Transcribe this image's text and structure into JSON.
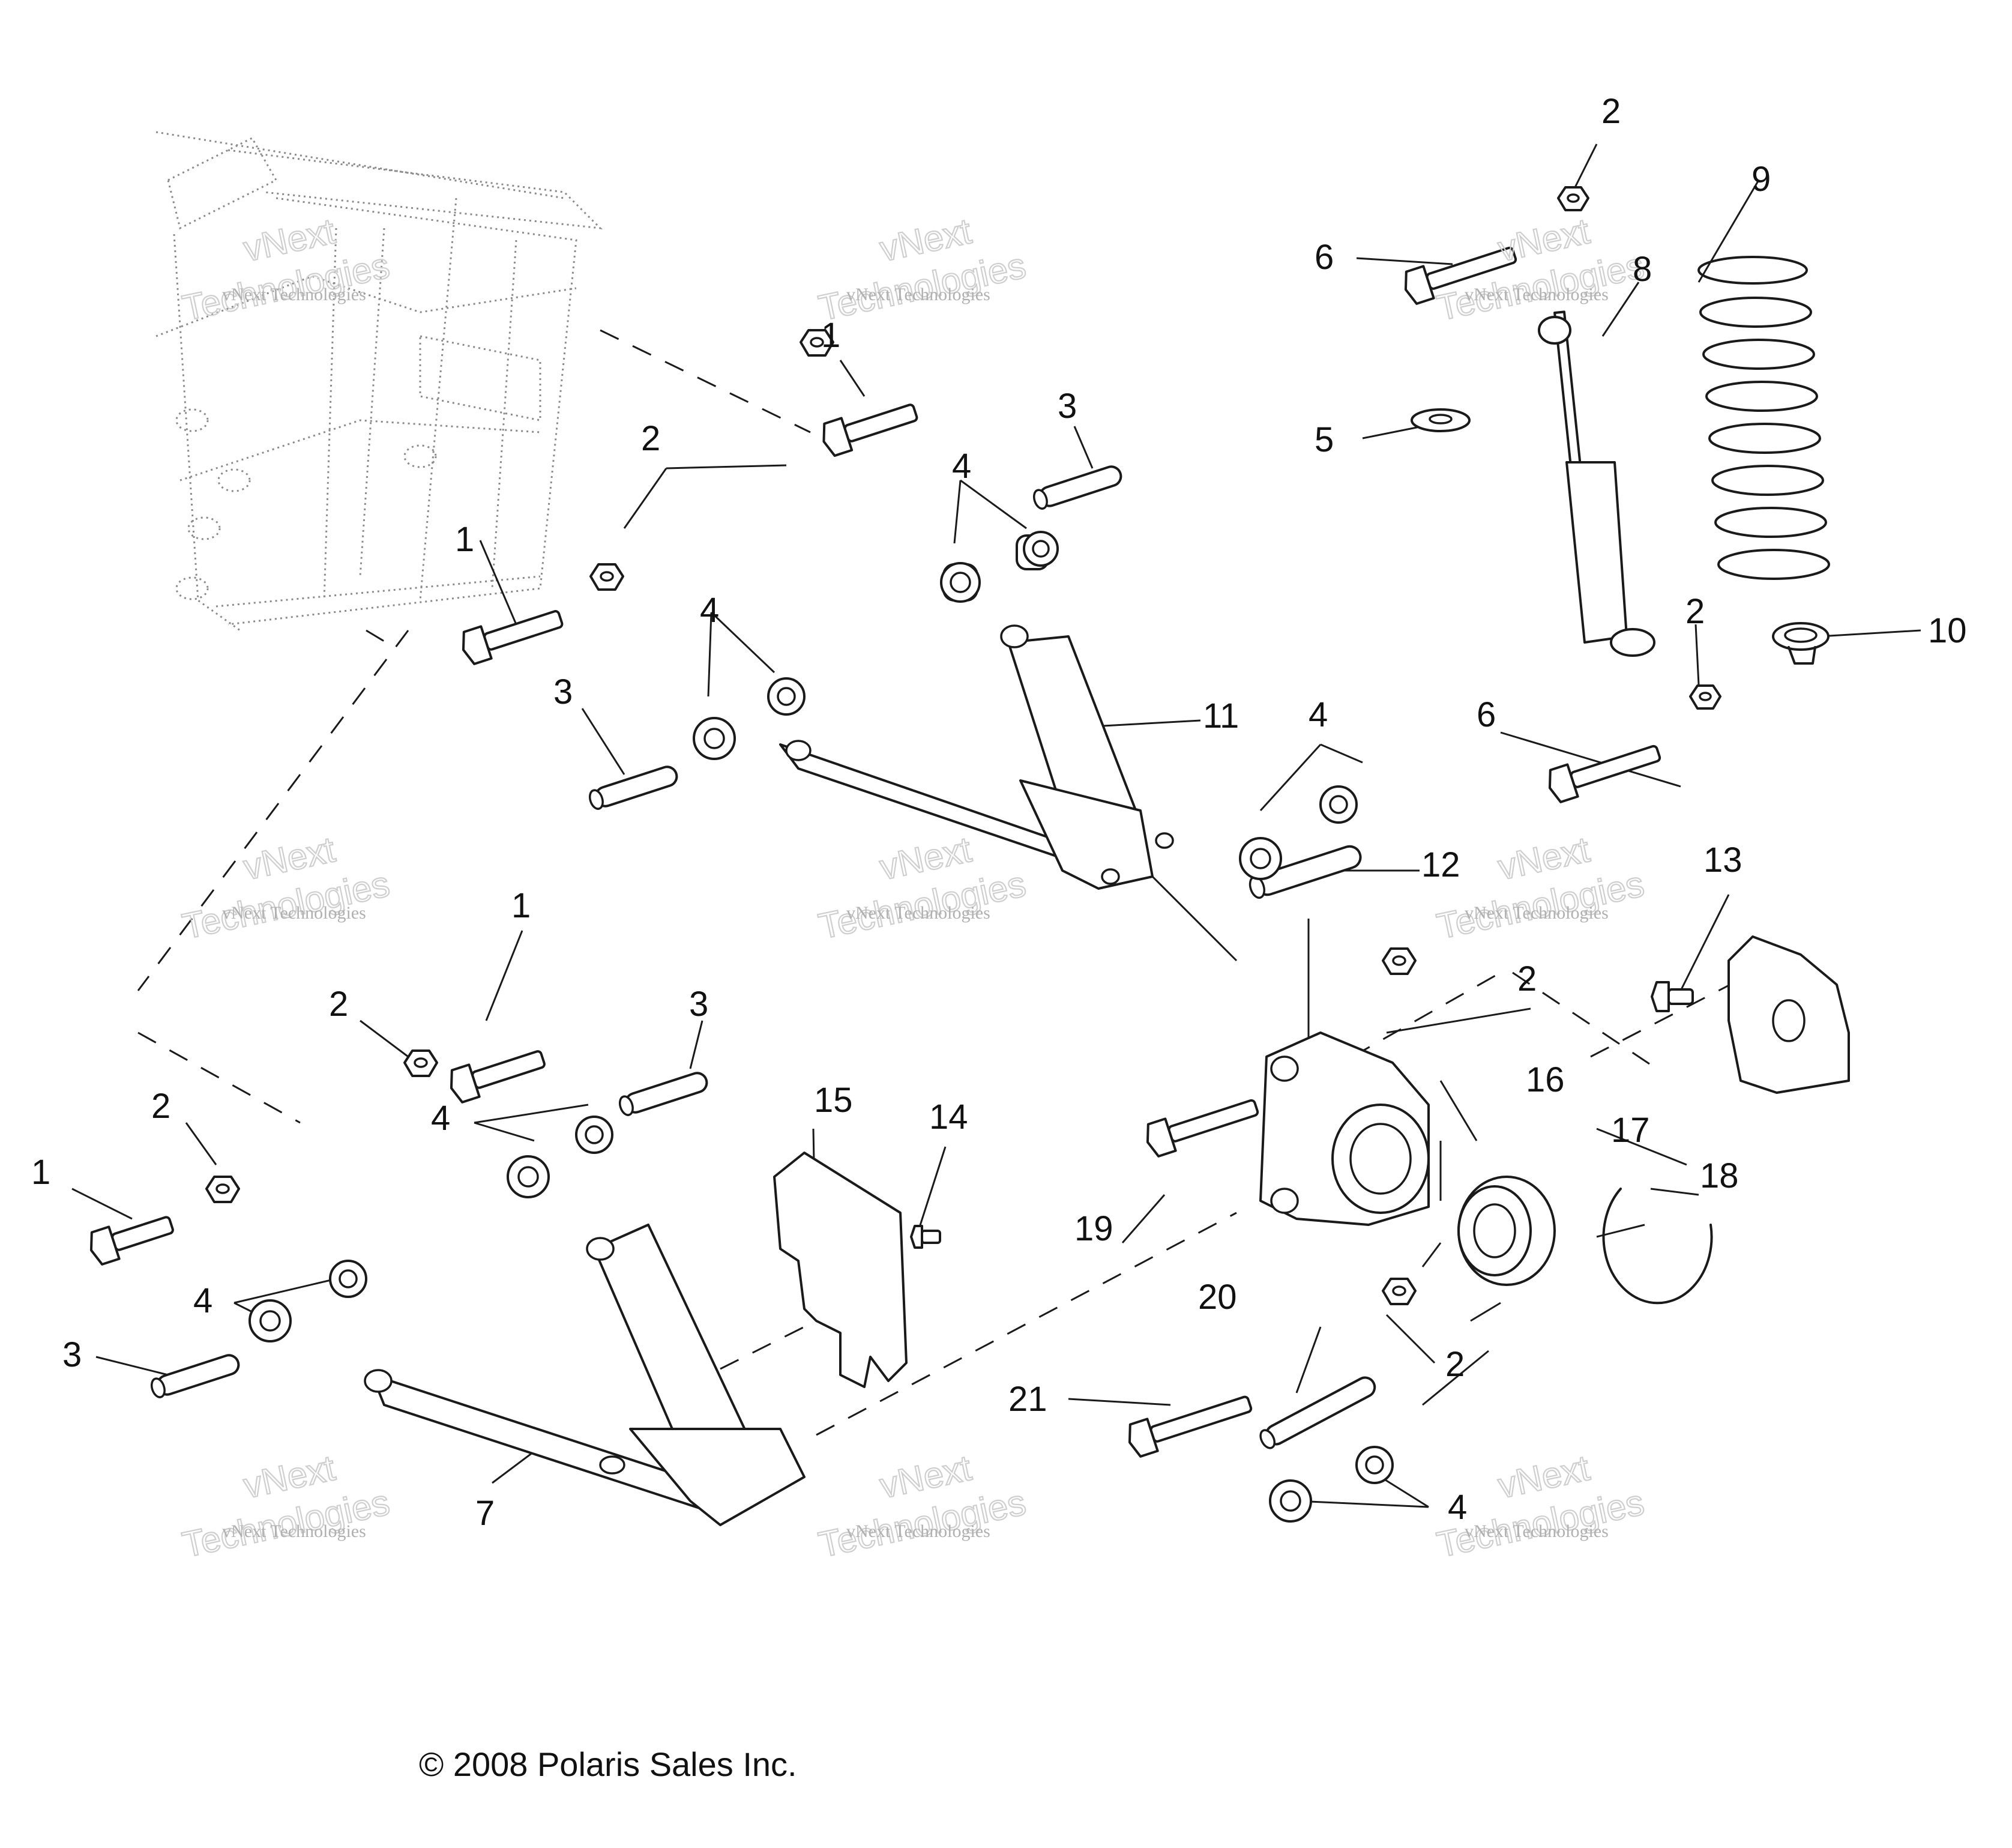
{
  "callouts": [
    {
      "id": "c2a",
      "text": "2"
    },
    {
      "id": "c9",
      "text": "9"
    },
    {
      "id": "c6a",
      "text": "6"
    },
    {
      "id": "c8",
      "text": "8"
    },
    {
      "id": "c1a",
      "text": "1"
    },
    {
      "id": "c3a",
      "text": "3"
    },
    {
      "id": "c2b",
      "text": "2"
    },
    {
      "id": "c5",
      "text": "5"
    },
    {
      "id": "c4a",
      "text": "4"
    },
    {
      "id": "c1b",
      "text": "1"
    },
    {
      "id": "c2c",
      "text": "2"
    },
    {
      "id": "c10",
      "text": "10"
    },
    {
      "id": "c4b",
      "text": "4"
    },
    {
      "id": "c3b",
      "text": "3"
    },
    {
      "id": "c11",
      "text": "11"
    },
    {
      "id": "c6b",
      "text": "6"
    },
    {
      "id": "c4c",
      "text": "4"
    },
    {
      "id": "c12",
      "text": "12"
    },
    {
      "id": "c13",
      "text": "13"
    },
    {
      "id": "c1c",
      "text": "1"
    },
    {
      "id": "c2d",
      "text": "2"
    },
    {
      "id": "c3c",
      "text": "3"
    },
    {
      "id": "c2e",
      "text": "2"
    },
    {
      "id": "c16",
      "text": "16"
    },
    {
      "id": "c15",
      "text": "15"
    },
    {
      "id": "c14",
      "text": "14"
    },
    {
      "id": "c4d",
      "text": "4"
    },
    {
      "id": "c2f",
      "text": "2"
    },
    {
      "id": "c1d",
      "text": "1"
    },
    {
      "id": "c17",
      "text": "17"
    },
    {
      "id": "c19",
      "text": "19"
    },
    {
      "id": "c18",
      "text": "18"
    },
    {
      "id": "c4e",
      "text": "4"
    },
    {
      "id": "c3d",
      "text": "3"
    },
    {
      "id": "c20",
      "text": "20"
    },
    {
      "id": "c2g",
      "text": "2"
    },
    {
      "id": "c21",
      "text": "21"
    },
    {
      "id": "c7",
      "text": "7"
    },
    {
      "id": "c4f",
      "text": "4"
    }
  ],
  "watermark": {
    "line1": "vNext Technologies",
    "line2": "Technologies",
    "line3": "vNext"
  },
  "copyright": "© 2008 Polaris Sales Inc.",
  "colors": {
    "line": "#1a1a1a",
    "frame": "#8a8a8a",
    "watermark": "#cfcfcf"
  }
}
